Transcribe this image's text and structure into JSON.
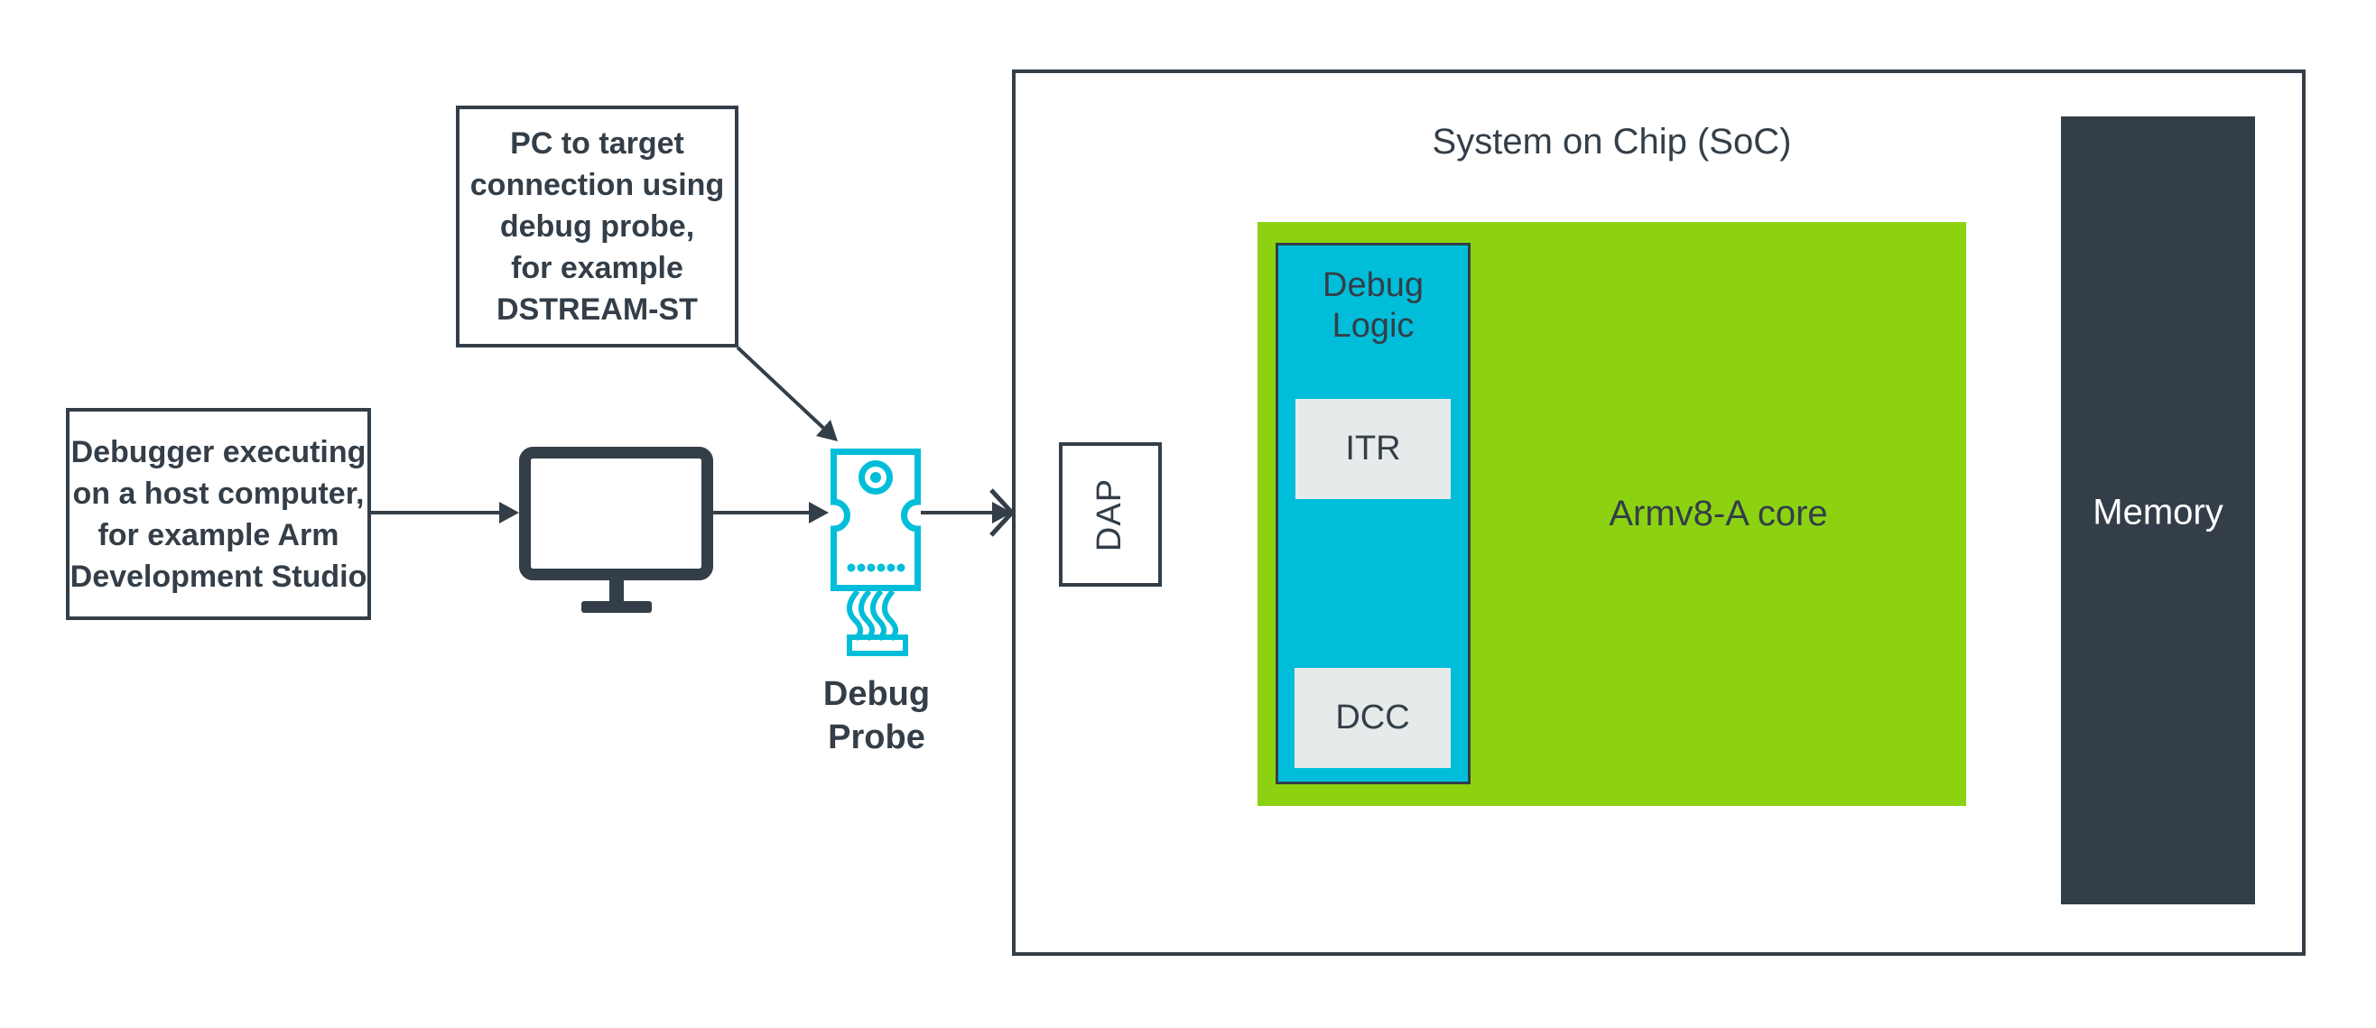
{
  "diagram": {
    "callout": {
      "lines": [
        "PC to target",
        "connection using",
        "debug probe,",
        "for example",
        "DSTREAM-ST"
      ]
    },
    "host_box": {
      "lines": [
        "Debugger executing",
        "on a host computer,",
        "for example Arm",
        "Development Studio"
      ]
    },
    "debug_probe_label": {
      "lines": [
        "Debug",
        "Probe"
      ]
    },
    "soc": {
      "title": "System on Chip (SoC)"
    },
    "dap": {
      "label": "DAP"
    },
    "debug_logic": {
      "lines": [
        "Debug",
        "Logic"
      ]
    },
    "itr": {
      "label": "ITR"
    },
    "dcc": {
      "label": "DCC"
    },
    "core": {
      "label": "Armv8-A core"
    },
    "memory": {
      "label": "Memory"
    },
    "icons": {
      "monitor": "monitor-icon",
      "debug_probe": "debug-probe-icon"
    },
    "colors": {
      "dark_slate": "#333E48",
      "cyan": "#00BED9",
      "green": "#8CD211",
      "light_gray": "#E6EAEA",
      "white": "#FFFFFF"
    }
  }
}
